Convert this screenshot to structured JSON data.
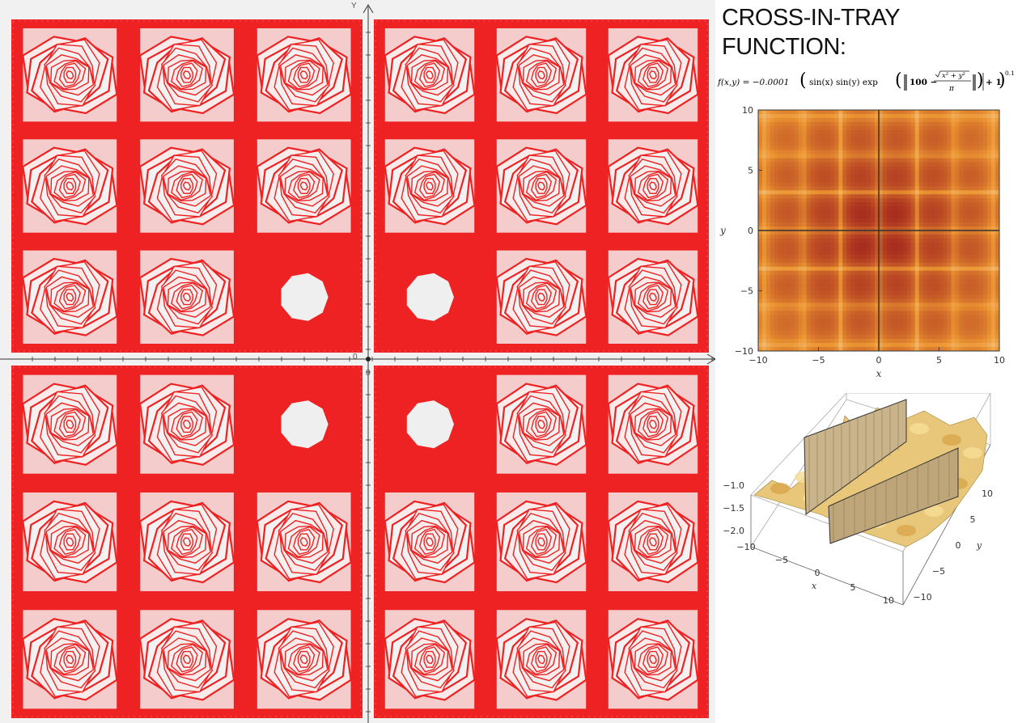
{
  "left_plot": {
    "y_axis_label": "Y",
    "origin_label": "0",
    "colors": {
      "contour": "#ee2222",
      "background": "#f1f1f1",
      "axis": "#333333"
    }
  },
  "right_panel": {
    "title_line1": "CROSS-IN-TRAY",
    "title_line2": "FUNCTION:",
    "formula": {
      "lhs": "f(x,y) = −0.0001",
      "sin_part": "sin(x) sin(y) exp",
      "hundred": "100 −",
      "sqrt_arg": "x² + y²",
      "denominator": "π",
      "plus_one": "+ 1",
      "exponent": "0.1"
    },
    "contour": {
      "xlabel": "x",
      "ylabel": "y",
      "xticks": [
        "−10",
        "−5",
        "0",
        "5",
        "10"
      ],
      "yticks": [
        "10",
        "5",
        "0",
        "−5",
        "−10"
      ]
    },
    "surface": {
      "zticks": [
        "−1.0",
        "−1.5",
        "−2.0"
      ],
      "xlabel": "x",
      "ylabel": "y",
      "xticks": [
        "−10",
        "−5",
        "0",
        "5",
        "10"
      ],
      "yticks": [
        "10",
        "5",
        "0",
        "−5",
        "−10"
      ]
    }
  }
}
